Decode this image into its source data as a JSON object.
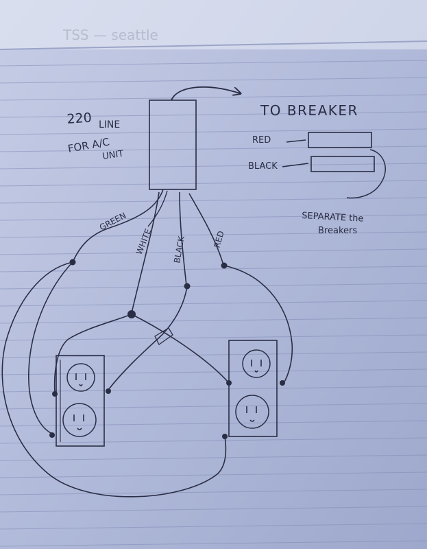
{
  "notes": {
    "top_faded": "TSS — seattle",
    "line_220": "220",
    "line_label": "LINE",
    "for_ac": "FOR A/C",
    "unit": "UNIT",
    "to_breaker": "TO BREAKER",
    "red": "RED",
    "black": "BLACK",
    "separate": "SEPARATE the",
    "breakers": "Breakers"
  },
  "wires": {
    "green": "GREEN",
    "white": "WHITE",
    "black": "BLACK",
    "red": "RED"
  },
  "colors": {
    "paper": "#aeb8d6",
    "rule_line": "#7f8bb5",
    "ink": "#2a2e45",
    "margin_band": "#e9ecf6"
  }
}
